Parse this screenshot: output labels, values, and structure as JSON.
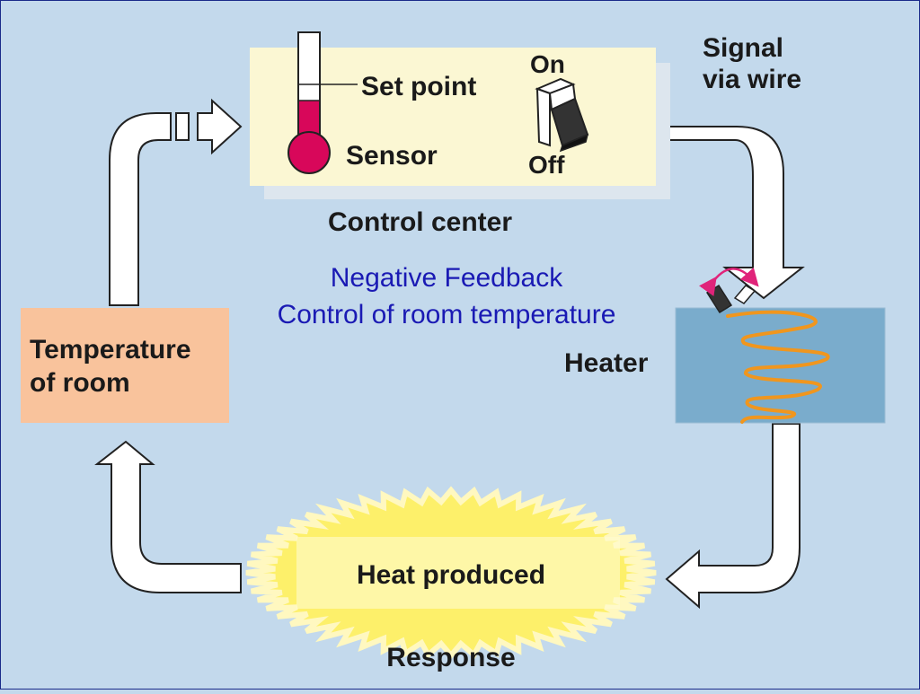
{
  "title": {
    "line1": "Negative Feedback",
    "line2": "Control of room temperature"
  },
  "control_center": {
    "label": "Control center",
    "set_point_label": "Set point",
    "sensor_label": "Sensor",
    "switch_on_label": "On",
    "switch_off_label": "Off"
  },
  "signal": {
    "line1": "Signal",
    "line2": "via wire"
  },
  "heater": {
    "label": "Heater"
  },
  "response": {
    "box_label": "Heat produced",
    "label": "Response"
  },
  "room": {
    "line1": "Temperature",
    "line2": "of room"
  },
  "colors": {
    "background": "#c3d9ec",
    "control_box": "#fbf7d3",
    "heater_box": "#7aaccc",
    "room_box": "#f9c39c",
    "burst": "#fdf06a",
    "coil": "#f0961e",
    "sensor_fill": "#d8075a",
    "title": "#1a1ab4",
    "heater_arrow": "#e0247a"
  }
}
